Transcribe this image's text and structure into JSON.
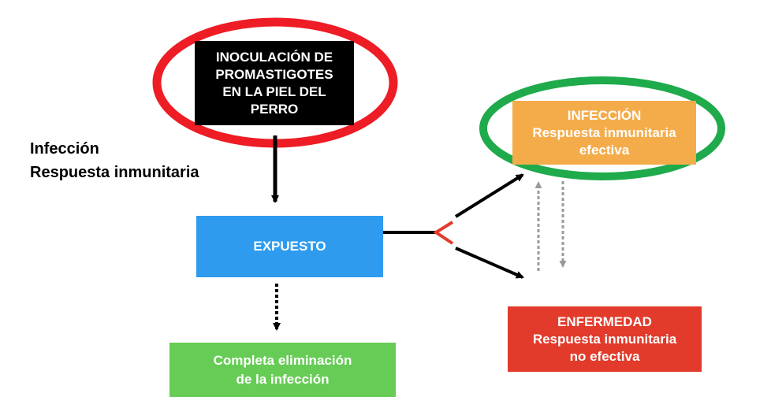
{
  "nodes": {
    "inoculation": [
      "INOCULACIÓN DE",
      "PROMASTIGOTES",
      "EN LA PIEL DEL",
      "PERRO"
    ],
    "infection": [
      "INFECCIÓN",
      "Respuesta inmunitaria",
      "efectiva"
    ],
    "exposed": [
      "EXPUESTO"
    ],
    "elimination": [
      "Completa eliminación",
      "de la infección"
    ],
    "disease": [
      "ENFERMEDAD",
      "Respuesta inmunitaria",
      "no efectiva"
    ]
  },
  "side_labels": [
    "Infección",
    "Respuesta inmunitaria"
  ],
  "colors": {
    "inoculation_bg": "#000000",
    "infection_bg": "#f4ac4b",
    "exposed_bg": "#2e9bef",
    "elimination_bg": "#66cc55",
    "disease_bg": "#e23b2c",
    "red_ring": "#ee1c24",
    "green_ring": "#1faa4b"
  }
}
